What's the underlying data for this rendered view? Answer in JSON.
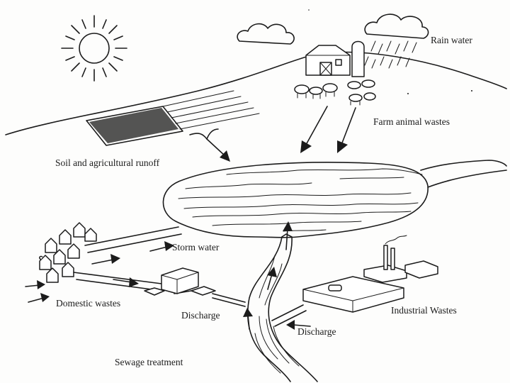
{
  "labels": {
    "rain_water": "Rain water",
    "farm_animal_wastes": "Farm animal wastes",
    "soil_runoff": "Soil and agricultural runoff",
    "storm_water": "Storm water",
    "domestic_wastes": "Domestic wastes",
    "discharge_sewage": "Discharge",
    "discharge_industrial": "Discharge",
    "industrial_wastes": "Industrial Wastes",
    "sewage_treatment": "Sewage treatment"
  }
}
